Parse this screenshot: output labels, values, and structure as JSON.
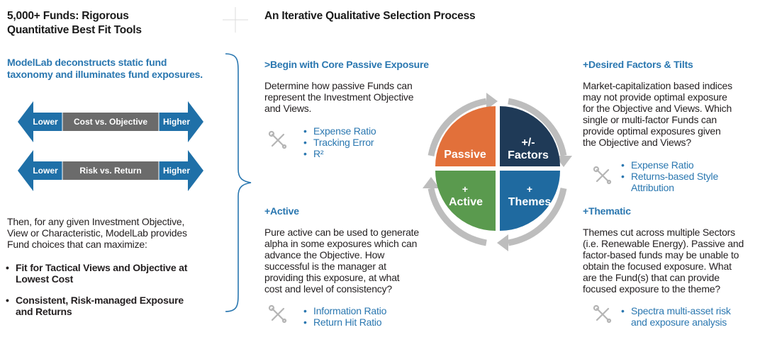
{
  "left": {
    "title_line1": "5,000+ Funds: Rigorous",
    "title_line2": "Quantitative Best Fit Tools",
    "intro_line1": "ModelLab deconstructs static fund",
    "intro_line2": "taxonomy and illuminates fund exposures.",
    "arrows": [
      {
        "left": "Lower",
        "center": "Cost vs. Objective",
        "right": "Higher"
      },
      {
        "left": "Lower",
        "center": "Risk vs. Return",
        "right": "Higher"
      }
    ],
    "body_line1": "Then, for any given Investment Objective,",
    "body_line2": "View or Characteristic, ModelLab provides",
    "body_line3": "Fund choices that can maximize:",
    "bullets": [
      {
        "line1": "Fit for Tactical Views and Objective at",
        "line2": "Lowest Cost"
      },
      {
        "line1": "Consistent, Risk-managed Exposure",
        "line2": "and Returns"
      }
    ]
  },
  "right_title": "An Iterative Qualitative Selection Process",
  "sections": {
    "passive": {
      "heading": ">Begin with Core Passive Exposure",
      "lines": [
        "Determine how passive Funds can",
        "represent the Investment Objective",
        "and Views."
      ],
      "bullets": [
        "Expense Ratio",
        "Tracking Error",
        "R²"
      ]
    },
    "active": {
      "heading": "+Active",
      "lines": [
        "Pure active can be used to generate",
        "alpha in some exposures which can",
        "advance the Objective. How",
        "successful is the manager at",
        "providing this exposure, at what",
        "cost and level of consistency?"
      ],
      "bullets": [
        "Information Ratio",
        "Return Hit Ratio"
      ]
    },
    "factors": {
      "heading": "+Desired Factors & Tilts",
      "lines": [
        "Market-capitalization based indices",
        "may not provide optimal exposure",
        "for the Objective and Views. Which",
        "single or multi-factor Funds can",
        "provide optimal exposures given",
        "the Objective and Views?"
      ],
      "bullets": [
        "Expense Ratio",
        "Returns-based Style",
        "Attribution"
      ]
    },
    "thematic": {
      "heading": "+Thematic",
      "lines": [
        "Themes cut across multiple Sectors",
        "(i.e. Renewable Energy). Passive and",
        "factor-based funds may be unable to",
        "obtain the focused exposure. What",
        "are the Fund(s) that can provide",
        "focused exposure to the theme?"
      ],
      "bullets": [
        "Spectra multi-asset risk",
        "and exposure analysis"
      ]
    }
  },
  "cycle": {
    "passive": "Passive",
    "factors_line1": "+/-",
    "factors_line2": "Factors",
    "active_line1": "+",
    "active_line2": "Active",
    "themes_line1": "+",
    "themes_line2": "Themes",
    "colors": {
      "passive": "#e2703a",
      "factors": "#1f3a57",
      "active": "#5a9a4e",
      "themes": "#1f6aa0",
      "ring": "#bdbdbd",
      "left_arrow": "#1f70a8",
      "center_band": "#6b6b6b",
      "accent": "#2a77b0"
    }
  }
}
